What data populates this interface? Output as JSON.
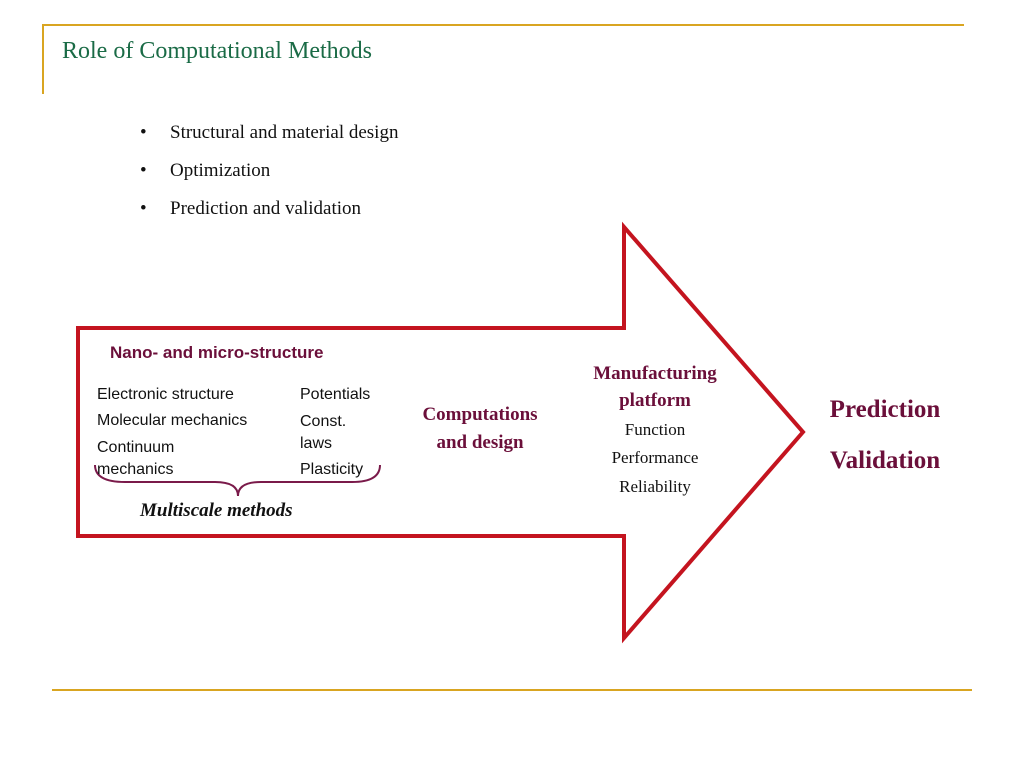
{
  "slide": {
    "title": "Role of Computational Methods",
    "bullets": [
      "Structural and material design",
      "Optimization",
      "Prediction and validation"
    ],
    "bullet_glyph": "•"
  },
  "diagram": {
    "nano_heading": "Nano- and micro-structure",
    "left_column": [
      "Electronic structure",
      "Molecular mechanics",
      "Continuum",
      "mechanics"
    ],
    "right_column": [
      "Potentials",
      "Const.",
      "laws",
      "Plasticity"
    ],
    "multiscale_label": "Multiscale methods",
    "computations": [
      "Computations",
      "and design"
    ],
    "manufacturing_title": [
      "Manufacturing",
      "platform"
    ],
    "manufacturing_items": [
      "Function",
      "Performance",
      "Reliability"
    ],
    "outcomes": [
      "Prediction",
      "Validation"
    ]
  },
  "colors": {
    "frame_gold": "#d9a521",
    "title_green": "#1a6b46",
    "arrow_red": "#c4141f",
    "maroon": "#6b0f3a"
  }
}
